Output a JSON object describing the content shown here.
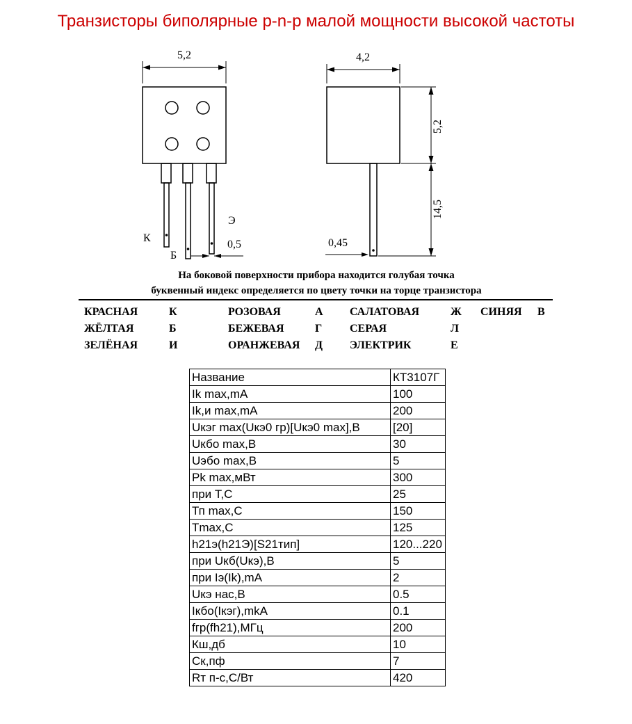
{
  "page": {
    "title": "Транзисторы биполярные p-n-p малой мощности высокой частоты",
    "title_color": "#cc0000",
    "line_color": "#000000"
  },
  "front_view": {
    "top_width": "5,2",
    "lead_collector": "К",
    "lead_base": "Б",
    "lead_emitter": "Э",
    "lead_width": "0,5"
  },
  "side_view": {
    "top_width": "4,2",
    "body_height": "5,2",
    "lead_length": "14,5",
    "lead_thickness": "0,45"
  },
  "notes": {
    "line1": "На боковой поверхности прибора находится  голубая точка",
    "line2": "буквенный индекс определяется по цвету точки на торце транзистора"
  },
  "colors": {
    "rows": [
      [
        {
          "name": "КРАСНАЯ",
          "letter": "К"
        },
        {
          "name": "РОЗОВАЯ",
          "letter": "А"
        },
        {
          "name": "САЛАТОВАЯ",
          "letter": "Ж"
        },
        {
          "name": "СИНЯЯ",
          "letter": "В"
        }
      ],
      [
        {
          "name": "ЖЁЛТАЯ",
          "letter": "Б"
        },
        {
          "name": "БЕЖЕВАЯ",
          "letter": "Г"
        },
        {
          "name": "СЕРАЯ",
          "letter": "Л"
        }
      ],
      [
        {
          "name": "ЗЕЛЁНАЯ",
          "letter": "И"
        },
        {
          "name": "ОРАНЖЕВАЯ",
          "letter": "Д"
        },
        {
          "name": "ЭЛЕКТРИК",
          "letter": "Е"
        }
      ]
    ]
  },
  "specs": {
    "rows": [
      [
        "Название",
        "КТ3107Г"
      ],
      [
        "Ik max,mA",
        "100"
      ],
      [
        "Ik,и max,mA",
        "200"
      ],
      [
        "Uкэг max(Uкэ0 гр)[Uкэ0 max],B",
        "[20]"
      ],
      [
        "Uкбо max,B",
        "30"
      ],
      [
        "Uэбо max,B",
        "5"
      ],
      [
        "Pk max,мВт",
        "300"
      ],
      [
        "при Т,С",
        "25"
      ],
      [
        "Тп max,С",
        "150"
      ],
      [
        "Тmax,С",
        "125"
      ],
      [
        "h21э(h21Э)[S21тип]",
        "120...220"
      ],
      [
        "при Uкб(Uкэ),B",
        "5"
      ],
      [
        "при Iэ(Ik),mA",
        "2"
      ],
      [
        "Uкэ нас,B",
        "0.5"
      ],
      [
        "Iкбо(Iкэг),mkA",
        "0.1"
      ],
      [
        "fгр(fh21),МГц",
        "200"
      ],
      [
        "Кш,дб",
        "10"
      ],
      [
        "Ск,пф",
        "7"
      ],
      [
        "Rт п-с,С/Вт",
        "420"
      ]
    ]
  }
}
